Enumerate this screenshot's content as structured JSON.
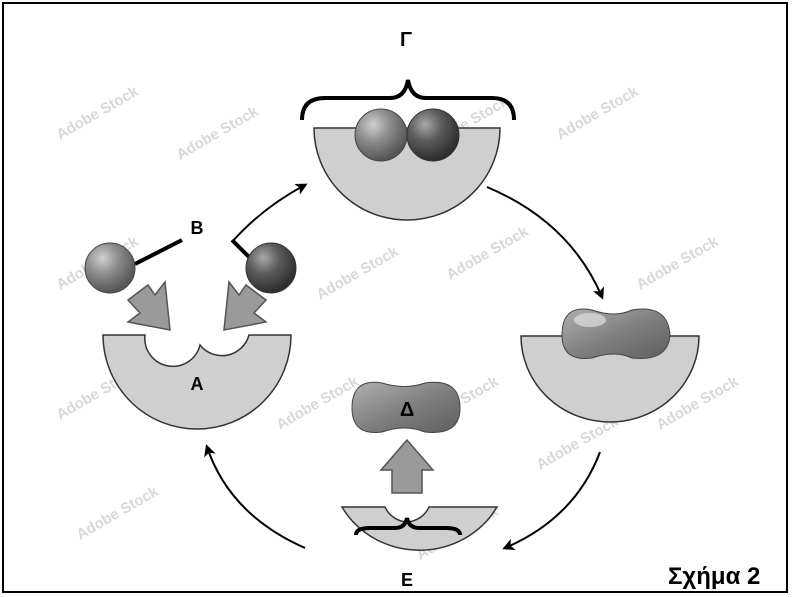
{
  "figure_caption": "Σχήμα 2",
  "labels": {
    "A": "A",
    "B": "B",
    "Gamma": "Γ",
    "Delta": "Δ",
    "E": "E"
  },
  "watermark": "Adobe Stock",
  "colors": {
    "enzyme": "#cfcfcf",
    "substrate_light": "#8f8f8f",
    "substrate_dark": "#5a5a5a",
    "arrow_fill": "#9a9a9a"
  }
}
